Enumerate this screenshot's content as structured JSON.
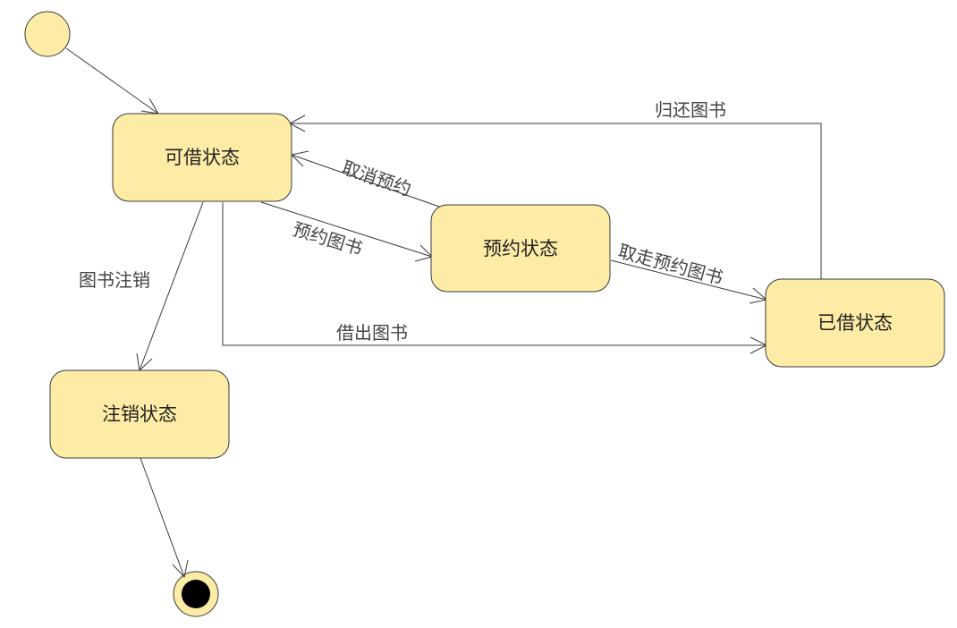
{
  "states": {
    "available": "可借状态",
    "reserved": "预约状态",
    "borrowed": "已借状态",
    "cancelled": "注销状态"
  },
  "transitions": {
    "return_book": "归还图书",
    "cancel_reservation": "取消预约",
    "reserve_book": "预约图书",
    "pickup_reserved_book": "取走预约图书",
    "borrow_book": "借出图书",
    "deregister_book": "图书注销"
  },
  "colors": {
    "state_fill": "#fdeca6",
    "stroke": "#3a3a3a",
    "final_core": "#000000"
  }
}
